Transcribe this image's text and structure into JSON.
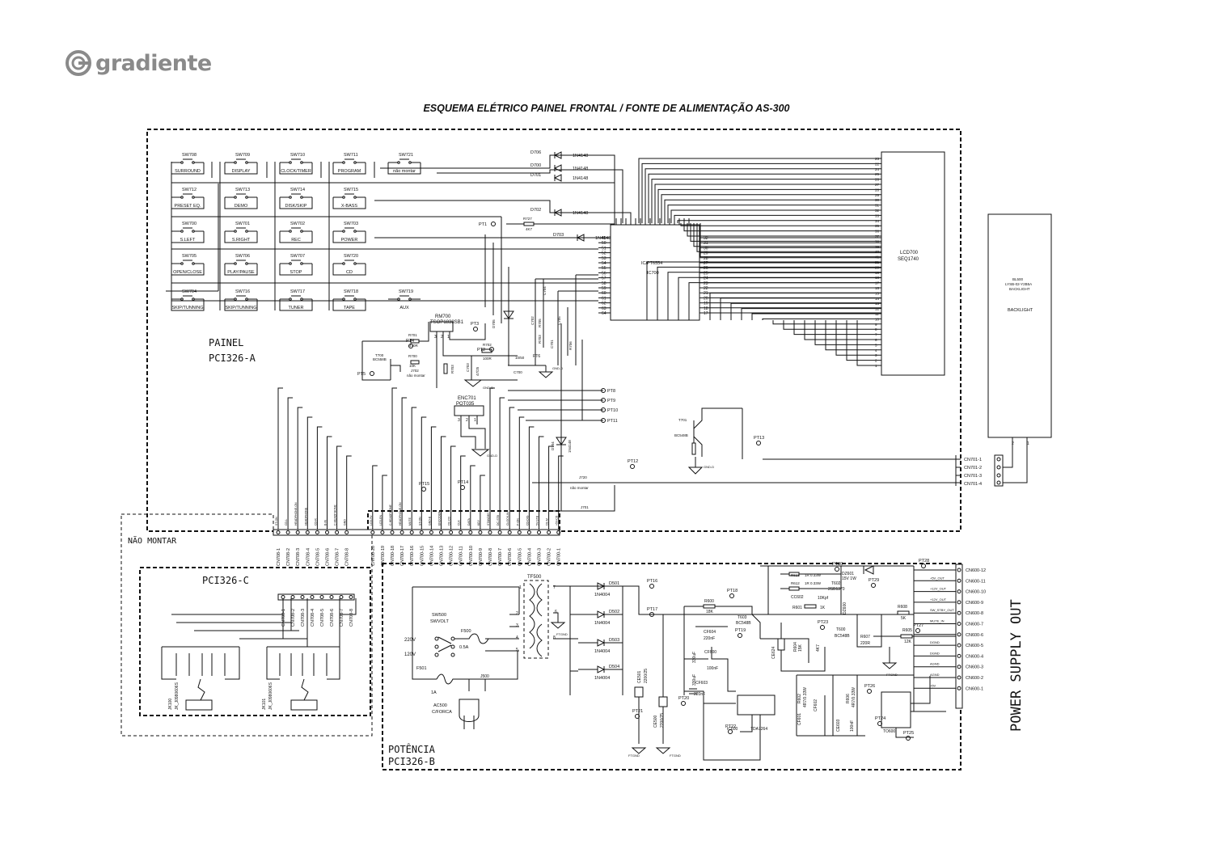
{
  "brand": "gradiente",
  "title": "ESQUEMA ELÉTRICO PAINEL FRONTAL / FONTE DE ALIMENTAÇÃO AS-300",
  "boards": {
    "painel": [
      "PAINEL",
      "PCI326-A"
    ],
    "nao_montar": "NÃO MONTAR",
    "pci326c": "PCI326-C",
    "potencia": [
      "POTÊNCIA",
      "PCI326-B"
    ],
    "power_supply_out": "POWER SUPPLY OUT"
  },
  "switches": [
    {
      "ref": "SW708",
      "label": "SURROUND"
    },
    {
      "ref": "SW709",
      "label": "DISPLAY"
    },
    {
      "ref": "SW710",
      "label": "CLOCK/TIMER"
    },
    {
      "ref": "SW711",
      "label": "PROGRAM"
    },
    {
      "ref": "SW721",
      "label": "não montar"
    },
    {
      "ref": "SW712",
      "label": "PRESET EQ."
    },
    {
      "ref": "SW713",
      "label": "DEMO"
    },
    {
      "ref": "SW714",
      "label": "DISK/SKIP"
    },
    {
      "ref": "SW715",
      "label": "X-BASS"
    },
    {
      "ref": "SW700",
      "label": "S.LEFT"
    },
    {
      "ref": "SW701",
      "label": "S.RIGHT"
    },
    {
      "ref": "SW702",
      "label": "REC"
    },
    {
      "ref": "SW703",
      "label": "POWER"
    },
    {
      "ref": "SW705",
      "label": "OPEN/CLOSE"
    },
    {
      "ref": "SW706",
      "label": "PLAY/PAUSE"
    },
    {
      "ref": "SW707",
      "label": "STOP"
    },
    {
      "ref": "SW720",
      "label": "CD"
    },
    {
      "ref": "SW704",
      "label": "SKIP/TUNNING"
    },
    {
      "ref": "SW716",
      "label": "SKIP/TUNNING"
    },
    {
      "ref": "SW717",
      "label": "TUNER"
    },
    {
      "ref": "SW718",
      "label": "TAPE"
    },
    {
      "ref": "SW719",
      "label": "AUX"
    }
  ],
  "diodes": [
    {
      "ref": "D706",
      "type": "1N4148"
    },
    {
      "ref": "D700",
      "type": "1N4148"
    },
    {
      "ref": "D701",
      "type": "1N4148"
    },
    {
      "ref": "D702",
      "type": "1N4148"
    },
    {
      "ref": "D703",
      "type": "1N4148"
    }
  ],
  "ic700": {
    "ref": "IC/PT6554",
    "sub": "IC700"
  },
  "lcd": {
    "ref": "LCD700",
    "part": "SEQ1740"
  },
  "lcd_pins": [
    "23",
    "22",
    "24",
    "25",
    "26",
    "27",
    "28",
    "29",
    "30",
    "31",
    "32",
    "33",
    "34",
    "35",
    "36",
    "37",
    "38",
    "39",
    "40",
    "41",
    "21",
    "20",
    "19",
    "18",
    "17",
    "16",
    "15",
    "14",
    "13",
    "12",
    "11",
    "10",
    "9",
    "8",
    "7",
    "6",
    "5",
    "4",
    "3",
    "2",
    "1"
  ],
  "ic_pins_left": [
    "49",
    "50",
    "51",
    "52",
    "53",
    "54",
    "55",
    "56",
    "57",
    "58",
    "59",
    "60",
    "61",
    "62",
    "63",
    "64"
  ],
  "ic_pins_right": [
    "32",
    "31",
    "30",
    "29",
    "28",
    "27",
    "26",
    "25",
    "24",
    "23",
    "22",
    "21",
    "20",
    "19",
    "18",
    "17"
  ],
  "backlight": {
    "lines": [
      "BL500",
      "LYSB-02-Y2B5A",
      "BACKLIGHT"
    ],
    "label": "BACKLIGHT",
    "pins": [
      "2",
      "1"
    ]
  },
  "painel_parts": {
    "rm700": {
      "ref": "RM700",
      "part": "TSOP1838SB1",
      "pins": [
        "3",
        "2",
        "1"
      ]
    },
    "enc701": {
      "ref": "ENC701",
      "part": "POT035",
      "pins": [
        "3",
        "2",
        "1"
      ]
    },
    "t700": {
      "ref": "T700",
      "part": "BC558B"
    },
    "t701": {
      "ref": "T701",
      "part": "BC548B"
    },
    "d705": "D705",
    "d704": {
      "ref": "D704",
      "type": "1N4148"
    },
    "r727": {
      "ref": "R727",
      "val": "4K7"
    },
    "r701": {
      "ref": "R701",
      "val": "470R"
    },
    "r700": {
      "ref": "R700",
      "val": "10K"
    },
    "r702": {
      "ref": "R702",
      "val": "100R"
    },
    "r703": "R703",
    "r705": "R705",
    "r706": "R706",
    "j702": {
      "ref": "J702",
      "val": "não montar"
    },
    "j720": {
      "ref": "J720",
      "val": "não montar"
    },
    "j701": "J701",
    "c700": "C700",
    "c701": "C701",
    "c702": "C702",
    "c703": "C703",
    "c704": "C704",
    "c705": "C705",
    "cap_10_50": "10/50",
    "cap_47_25": "47/25",
    "pt16_painel": "PT6",
    "gnd_labels": [
      "GND-D",
      "GND-D",
      "GND-D",
      "GND-D"
    ]
  },
  "test_points_painel": [
    "PT1",
    "PT2",
    "PT3",
    "PT4",
    "PT5",
    "PT8",
    "PT9",
    "PT10",
    "PT11",
    "PT12",
    "PT13",
    "PT14",
    "PT15"
  ],
  "cn701": [
    "CN701-1",
    "CN701-2",
    "CN701-3",
    "CN701-4"
  ],
  "cn708_top": [
    "CN708-1",
    "CN708-2",
    "CN708-3",
    "CN708-4",
    "CN708-5",
    "CN708-6",
    "CN708-7",
    "CN708-8"
  ],
  "cn700_top": [
    "CN700-20",
    "CN700-19",
    "CN700-18",
    "CN700-17",
    "CN700-16",
    "CN700-15",
    "CN700-14",
    "CN700-13",
    "CN700-12",
    "CN700-11",
    "CN700-10",
    "CN700-9",
    "CN700-8",
    "CN700-7",
    "CN700-6",
    "CN700-5",
    "CN700-4",
    "CN700-3",
    "CN700-2",
    "CN700-1"
  ],
  "cn708_signals": [
    "ST-ON",
    "CD-L",
    "HEADPHONE-ON",
    "HEADPHONE",
    "CD-R",
    "B-IN",
    "C-HEADPHONE",
    "GND"
  ],
  "cn700_signals": [
    "LCD-9V",
    "LCD-EN",
    "C-HEADPHONE",
    "HEADPHONE-ON",
    "MUTE",
    "ST-ON",
    "GND-B",
    "ENCODER",
    "CE-CD",
    "CLK",
    "DATA",
    "KEY",
    "STANDBY",
    "DC-STB",
    "CLOCK-IN",
    "P-ON",
    "CD-DIG",
    "5V-STB",
    "CE-M",
    "+5V-CD"
  ],
  "cn708_bottom": [
    "CN708-1",
    "CN708-2",
    "CN708-3",
    "CN708-4",
    "CN708-5",
    "CN708-6",
    "CN708-7",
    "CN708-8"
  ],
  "jk_parts": [
    {
      "ref": "JK100",
      "part": "JK_J0980606S"
    },
    {
      "ref": "JK101",
      "part": "JK_J0980606S"
    }
  ],
  "cn600": [
    "CN600-12",
    "CN600-11",
    "CN600-10",
    "CN600-9",
    "CN600-8",
    "CN600-7",
    "CN600-6",
    "CN600-5",
    "CN600-4",
    "CN600-3",
    "CN600-2",
    "CN600-1"
  ],
  "cn600_signals": [
    "",
    "+5V_OUT",
    "+12V_OUT",
    "+12V_OUT",
    "SW_STBY_OUT",
    "MUTE_IN",
    "",
    "DGND",
    "DGND",
    "AGND",
    "AGND",
    "+5V"
  ],
  "potencia_parts": {
    "tf500": "TF500",
    "tf_pins": [
      "1",
      "2",
      "3",
      "4",
      "5",
      "6",
      "7",
      "8"
    ],
    "sw500": {
      "ref": "SW500",
      "part": "SWVOLT"
    },
    "f500": {
      "ref": "F500",
      "val": "0.5A"
    },
    "f501": {
      "ref": "F501",
      "val": "1A"
    },
    "ac500": {
      "ref": "AC500",
      "val": "C/FORCA"
    },
    "j500": "J500",
    "v220": "220V",
    "v120": "120V",
    "d501": {
      "ref": "D501",
      "type": "1N4004"
    },
    "d502": {
      "ref": "D502",
      "type": "1N4004"
    },
    "d503": {
      "ref": "D503",
      "type": "1N4004"
    },
    "d504": {
      "ref": "D504",
      "type": "1N4004"
    },
    "ce500": {
      "ref": "CE500",
      "val": "2200/25"
    },
    "ce501": {
      "ref": "CE501",
      "val": "2200/25"
    },
    "r600": {
      "ref": "R600",
      "val": "18K"
    },
    "r603": {
      "ref": "R603",
      "val": "10K"
    },
    "r604": {
      "ref": "R604",
      "val": "15K"
    },
    "t603": {
      "ref": "T603",
      "part": "BC548B"
    },
    "cf600": {
      "ref": "CF600",
      "val": "100nF"
    },
    "cf604": {
      "ref": "CF604",
      "val": "220nF"
    },
    "ce601": {
      "ref": "CE601",
      "val": "330uF"
    },
    "ce602": {
      "ref": "CE602",
      "val": "330uF"
    },
    "cf603": {
      "ref": "CF603",
      "val": "220nF"
    },
    "ce624": "CE624",
    "ic600": {
      "ref": "IC600",
      "part": "TDA7264"
    },
    "r613": {
      "ref": "R613",
      "val": "1R 0.33W"
    },
    "r612": {
      "ref": "R612",
      "val": "1R 0.33W"
    },
    "t602": {
      "ref": "T602",
      "part": "2SB1370"
    },
    "cc602": {
      "ref": "CC602",
      "val": "10Kpf"
    },
    "r601": {
      "ref": "R601",
      "val": "1K"
    },
    "dz600": "DZ600",
    "dz601": {
      "ref": "DZ601",
      "val": "15V 1W"
    },
    "t600": {
      "ref": "T600",
      "part": "BC548B"
    },
    "r607": {
      "ref": "R607",
      "val": "220R"
    },
    "r608": {
      "ref": "R608",
      "val": "5K"
    },
    "r605": {
      "ref": "R605",
      "val": "12K"
    },
    "r602": {
      "ref": "R602",
      "val": "4R7/0.33W"
    },
    "r606": {
      "ref": "R606",
      "val": "4R7/0.33W"
    },
    "cf601": {
      "ref": "CF601",
      "val": "100nF"
    },
    "cf602": {
      "ref": "CF602",
      "val": "100nF"
    },
    "ce603": {
      "ref": "CE603",
      "val": "100uF"
    },
    "to600": "TO600",
    "r60x": "4K7",
    "ftgnd_labels": [
      "FTGND",
      "FTGND",
      "FTGND",
      "FTGND",
      "FTGND"
    ]
  },
  "test_points_potencia": [
    "PT16",
    "PT17",
    "PT18",
    "PT19",
    "PT20",
    "PT21",
    "PT22",
    "PT23",
    "PT24",
    "PT25",
    "PT26",
    "PT27",
    "PT28",
    "PT29",
    "PT30"
  ]
}
